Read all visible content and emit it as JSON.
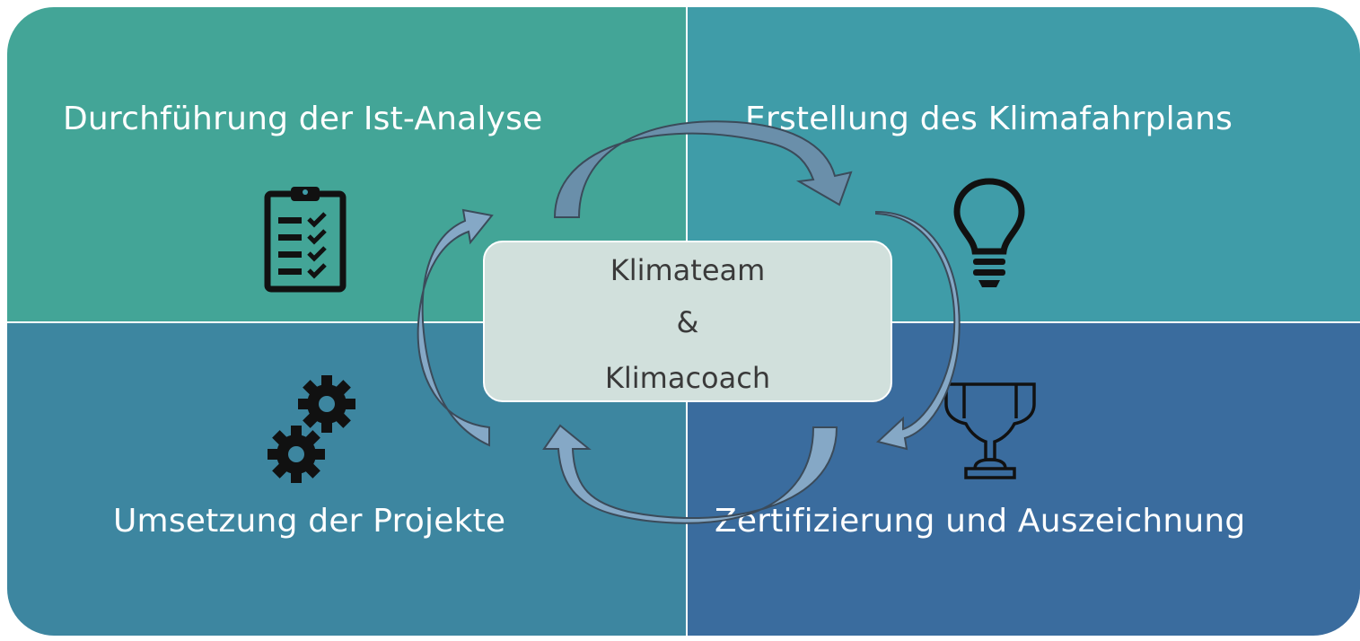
{
  "colors": {
    "top_left": "#43a597",
    "top_right": "#3f9ca8",
    "bottom_left": "#3d86a0",
    "bottom_right": "#3a6c9e",
    "arrow_fill": "#85a8c6",
    "arrow_fill_dark": "#6a8faa",
    "arrow_stroke": "#3b4b5a",
    "center_fill": "#d1e0dc",
    "icon_color": "#111111"
  },
  "quadrants": {
    "top_left": {
      "label": "Durchführung der Ist-Analyse",
      "icon": "clipboard-checklist-icon"
    },
    "top_right": {
      "label": "Erstellung des Klimafahrplans",
      "icon": "lightbulb-icon"
    },
    "bottom_left": {
      "label": "Umsetzung der Projekte",
      "icon": "gears-icon"
    },
    "bottom_right": {
      "label": "Zertifizierung und Auszeichnung",
      "icon": "trophy-icon"
    }
  },
  "center": {
    "line1": "Klimateam",
    "line2": "&",
    "line3": "Klimacoach"
  }
}
